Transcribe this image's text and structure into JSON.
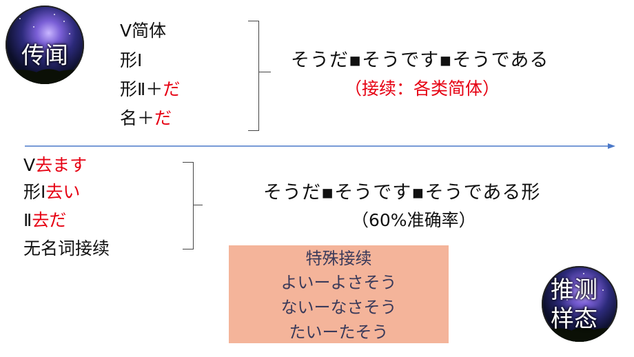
{
  "badges": {
    "hearsay": "传闻",
    "conjecture_line1": "推测",
    "conjecture_line2": "样态"
  },
  "hearsay_section": {
    "items": [
      {
        "plain": "V简体",
        "red": ""
      },
      {
        "plain": "形Ⅰ",
        "red": ""
      },
      {
        "plain": "形Ⅱ＋",
        "red": "だ"
      },
      {
        "plain": "名＋",
        "red": "だ"
      }
    ],
    "forms": "そうだ▪そうです▪そうである",
    "connection_note": "（接续：各类简体）"
  },
  "conjecture_section": {
    "items": [
      {
        "plain": "V",
        "red": "去ます"
      },
      {
        "plain": "形Ⅰ",
        "red": "去い"
      },
      {
        "plain": "Ⅱ",
        "red": "去だ"
      },
      {
        "plain": "无名词接续",
        "red": ""
      }
    ],
    "forms": "そうだ▪そうです▪そうである形",
    "accuracy_note": "（60%准确率）"
  },
  "special_box": {
    "title": "特殊接续",
    "lines": [
      "よいーよさそう",
      "ないーなさそう",
      "たいーたそう"
    ]
  },
  "colors": {
    "accent_red": "#e60012",
    "box_fill": "#f4b49a",
    "arrow": "#4a78c8"
  }
}
